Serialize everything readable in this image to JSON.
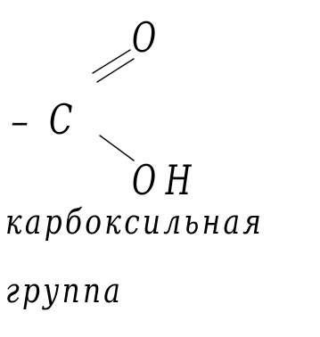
{
  "formula": {
    "dash": "–",
    "carbon": "C",
    "oxygen_top": "O",
    "hydroxyl": "O H"
  },
  "caption": {
    "line1": "карбоксильная",
    "line2": "группа"
  },
  "colors": {
    "ink": "#000000",
    "background": "#ffffff"
  }
}
